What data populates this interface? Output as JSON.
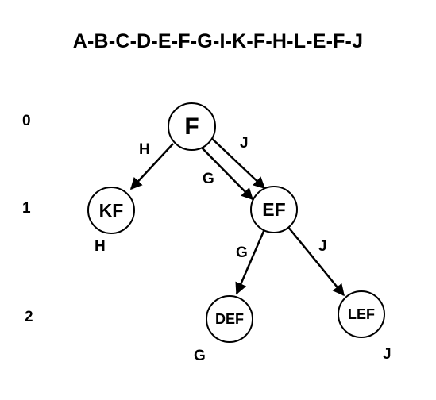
{
  "sequence": "A-B-C-D-E-F-G-I-K-F-H-L-E-F-J",
  "levels": [
    "0",
    "1",
    "2"
  ],
  "nodes": {
    "root": "F",
    "kf": "KF",
    "ef": "EF",
    "def": "DEF",
    "lef": "LEF"
  },
  "edge_labels": {
    "root_kf": "H",
    "root_ef_g": "G",
    "root_ef_j": "J",
    "ef_def": "G",
    "ef_lef": "J"
  },
  "node_tags": {
    "kf": "H",
    "def": "G",
    "lef": "J"
  }
}
